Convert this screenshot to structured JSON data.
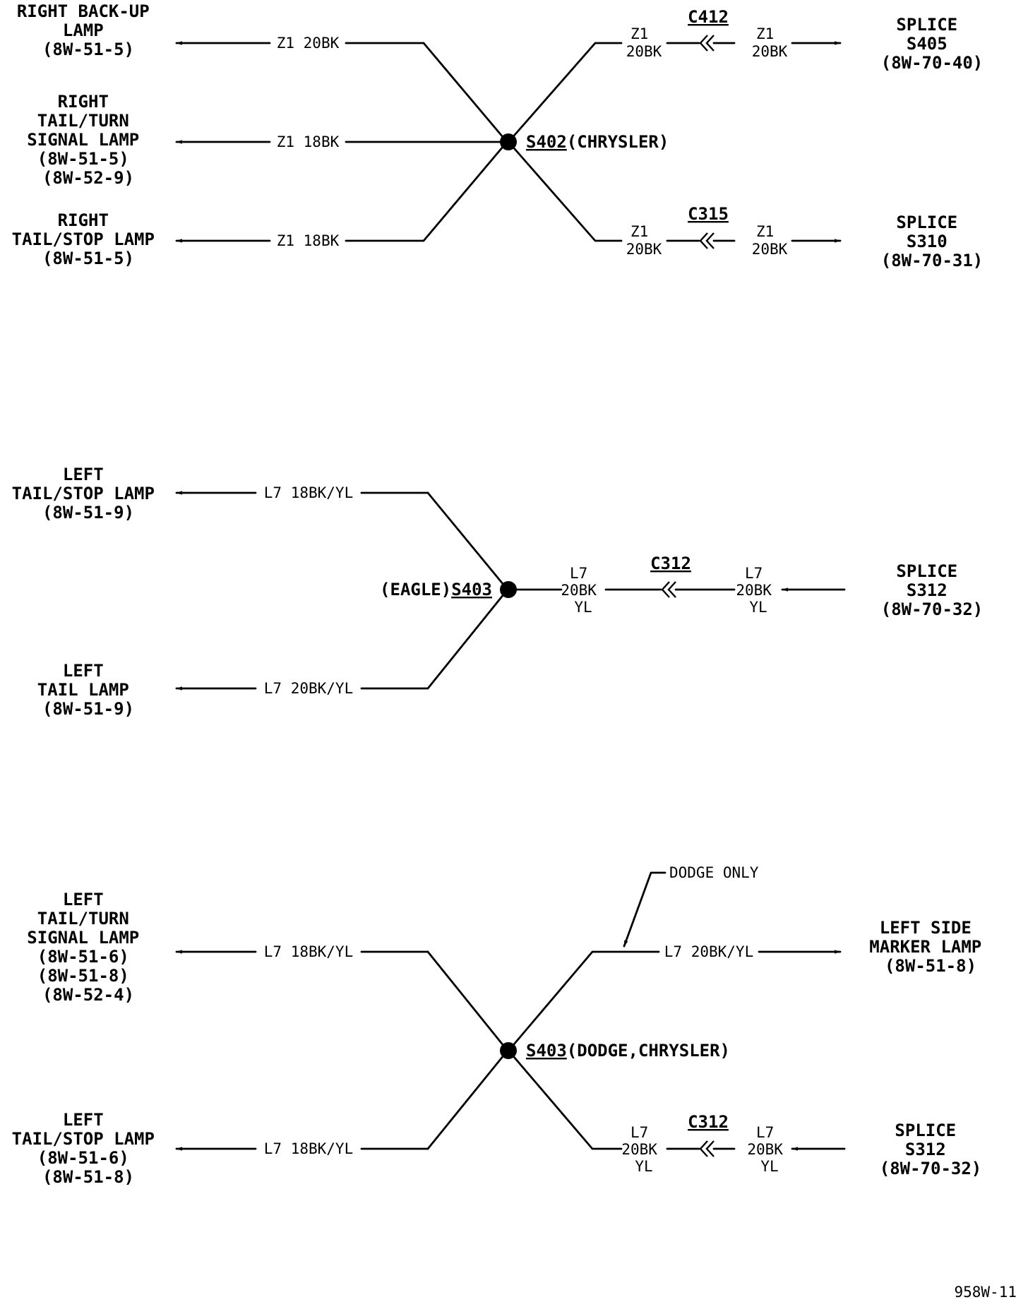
{
  "top": {
    "splice_id": "S402",
    "splice_suffix": "(CHRYSLER)",
    "left_right_backup": [
      "RIGHT BACK-UP",
      "LAMP",
      "(8W-51-5)"
    ],
    "left_right_tail_turn": [
      "RIGHT",
      "TAIL/TURN",
      "SIGNAL LAMP",
      "(8W-51-5)",
      "(8W-52-9)"
    ],
    "left_right_tail_stop": [
      "RIGHT",
      "TAIL/STOP LAMP",
      "(8W-51-5)"
    ],
    "wire_backup": "Z1 20BK",
    "wire_tail_turn": "Z1 18BK",
    "wire_tail_stop": "Z1 18BK",
    "conn_upper": "C412",
    "conn_upper_left": [
      "Z1",
      "20BK"
    ],
    "conn_upper_right": [
      "Z1",
      "20BK"
    ],
    "dest_upper": [
      "SPLICE",
      "S405",
      "(8W-70-40)"
    ],
    "conn_lower": "C315",
    "conn_lower_left": [
      "Z1",
      "20BK"
    ],
    "conn_lower_right": [
      "Z1",
      "20BK"
    ],
    "dest_lower": [
      "SPLICE",
      "S310",
      "(8W-70-31)"
    ]
  },
  "middle": {
    "splice_prefix": "(EAGLE)",
    "splice_id": "S403",
    "left_tail_stop": [
      "LEFT",
      "TAIL/STOP LAMP",
      "(8W-51-9)"
    ],
    "left_tail": [
      "LEFT",
      "TAIL LAMP",
      "(8W-51-9)"
    ],
    "wire_tail_stop": "L7 18BK/YL",
    "wire_tail": "L7 20BK/YL",
    "conn": "C312",
    "conn_left": [
      "L7",
      "20BK",
      "YL"
    ],
    "conn_right": [
      "L7",
      "20BK",
      "YL"
    ],
    "dest": [
      "SPLICE",
      "S312",
      "(8W-70-32)"
    ]
  },
  "bottom": {
    "splice_id": "S403",
    "splice_suffix": "(DODGE,CHRYSLER)",
    "left_tail_turn": [
      "LEFT",
      "TAIL/TURN",
      "SIGNAL LAMP",
      "(8W-51-6)",
      "(8W-51-8)",
      "(8W-52-4)"
    ],
    "left_tail_stop": [
      "LEFT",
      "TAIL/STOP LAMP",
      "(8W-51-6)",
      "(8W-51-8)"
    ],
    "wire_tail_turn": "L7 18BK/YL",
    "wire_tail_stop": "L7 18BK/YL",
    "note": "DODGE ONLY",
    "wire_marker": "L7 20BK/YL",
    "dest_marker": [
      "LEFT SIDE",
      "MARKER LAMP",
      "(8W-51-8)"
    ],
    "conn": "C312",
    "conn_left": [
      "L7",
      "20BK",
      "YL"
    ],
    "conn_right": [
      "L7",
      "20BK",
      "YL"
    ],
    "dest": [
      "SPLICE",
      "S312",
      "(8W-70-32)"
    ]
  },
  "figure_id": "958W-11"
}
